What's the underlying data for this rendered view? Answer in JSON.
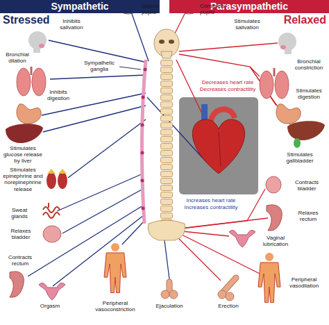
{
  "diagram": {
    "nodes": [
      {
        "text": [
          "Sympathetic"
        ]
      },
      {
        "text": [
          "Parasympathetic"
        ]
      }
    ],
    "labels": [
      "Stressed",
      "Relaxed",
      "Dilates pupils",
      "Constricts pupils",
      "Inhibits salivation",
      "Stimulates salivation",
      "Bronchial dilation",
      "Sympathetic ganglia",
      "Decreases heart rate",
      "Decreases contractility",
      "Bronchial constriction",
      "Inhibits digestion",
      "Stimulates digestion",
      "Stimulates glucose release by liver",
      "Stimulates gallbladder",
      "Stimulates epinephrine and norepinephrine release",
      "Increases heart rate",
      "Increases contractility",
      "Contracts bladder",
      "Sweat glands",
      "Relaxes rectum",
      "Relaxes bladder",
      "Vaginal lubrication",
      "Contracts rectum",
      "Peripheral vasodilation",
      "Orgasm",
      "Peripheral vasoconstriction",
      "Ejaculation",
      "Erection"
    ]
  }
}
